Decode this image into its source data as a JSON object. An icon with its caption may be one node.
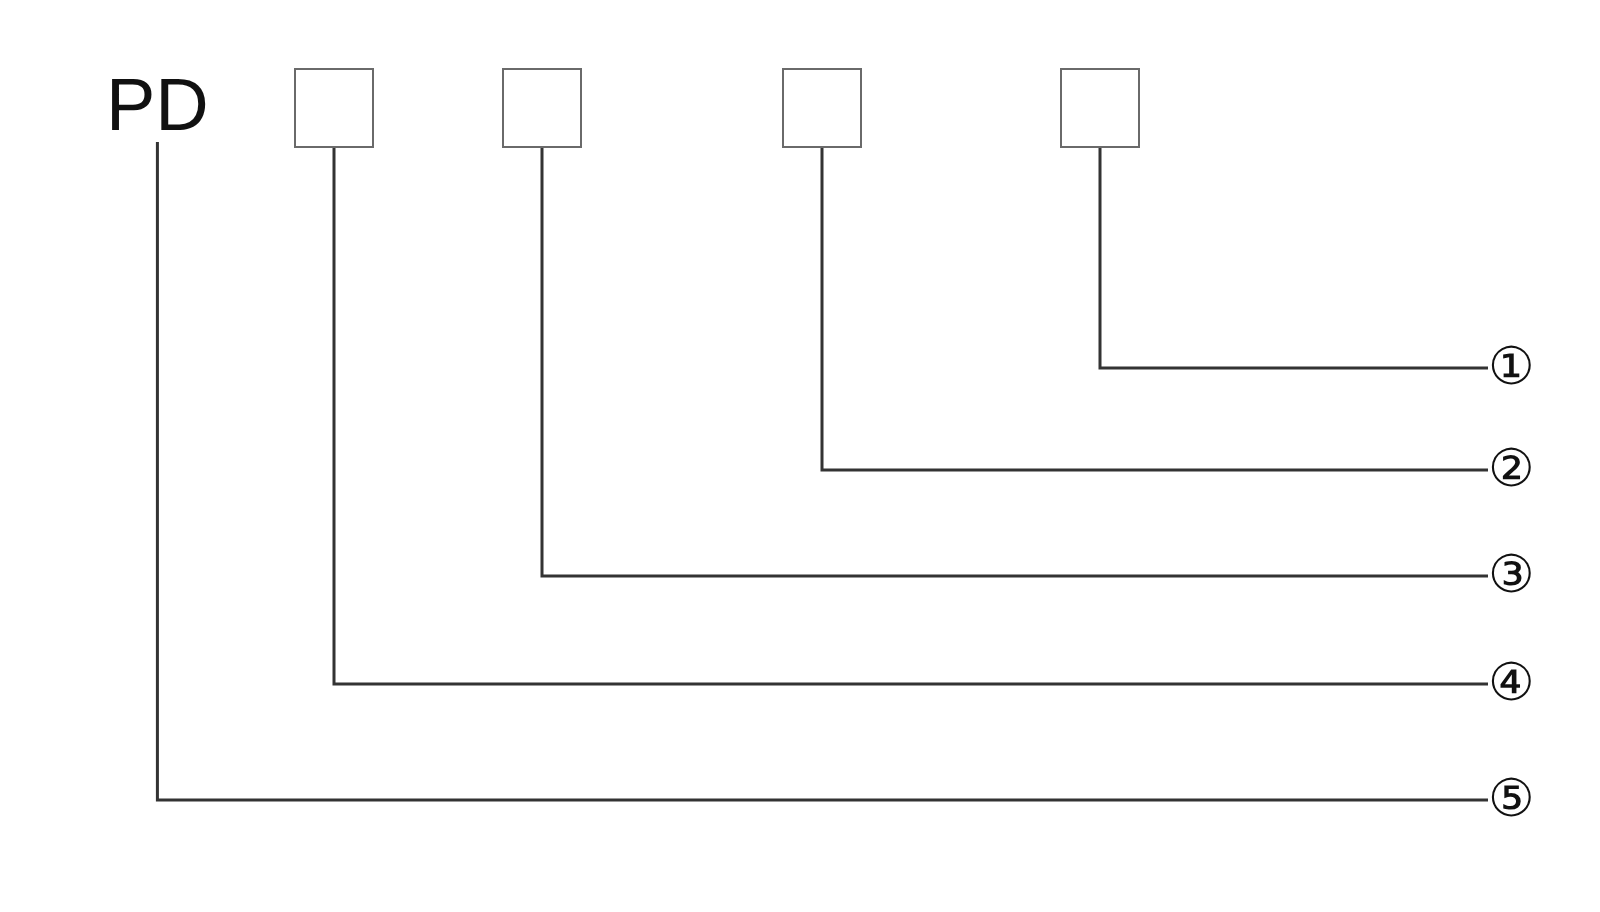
{
  "diagram": {
    "nodes": [
      {
        "text": [
          "PD"
        ]
      },
      {
        "text": [],
        "shape": "box"
      },
      {
        "text": [],
        "shape": "box"
      },
      {
        "text": [],
        "shape": "box"
      },
      {
        "text": [],
        "shape": "box"
      },
      {
        "text": [
          "①"
        ]
      },
      {
        "text": [
          "②"
        ]
      },
      {
        "text": [
          "③"
        ]
      },
      {
        "text": [
          "④"
        ]
      },
      {
        "text": [
          "⑤"
        ]
      }
    ],
    "edges": [
      {
        "from": 5,
        "to": 4,
        "arrow": "none"
      },
      {
        "from": 6,
        "to": 3,
        "arrow": "none"
      },
      {
        "from": 7,
        "to": 2,
        "arrow": "none"
      },
      {
        "from": 8,
        "to": 1,
        "arrow": "none"
      },
      {
        "from": 9,
        "to": 0,
        "arrow": "none"
      }
    ]
  }
}
